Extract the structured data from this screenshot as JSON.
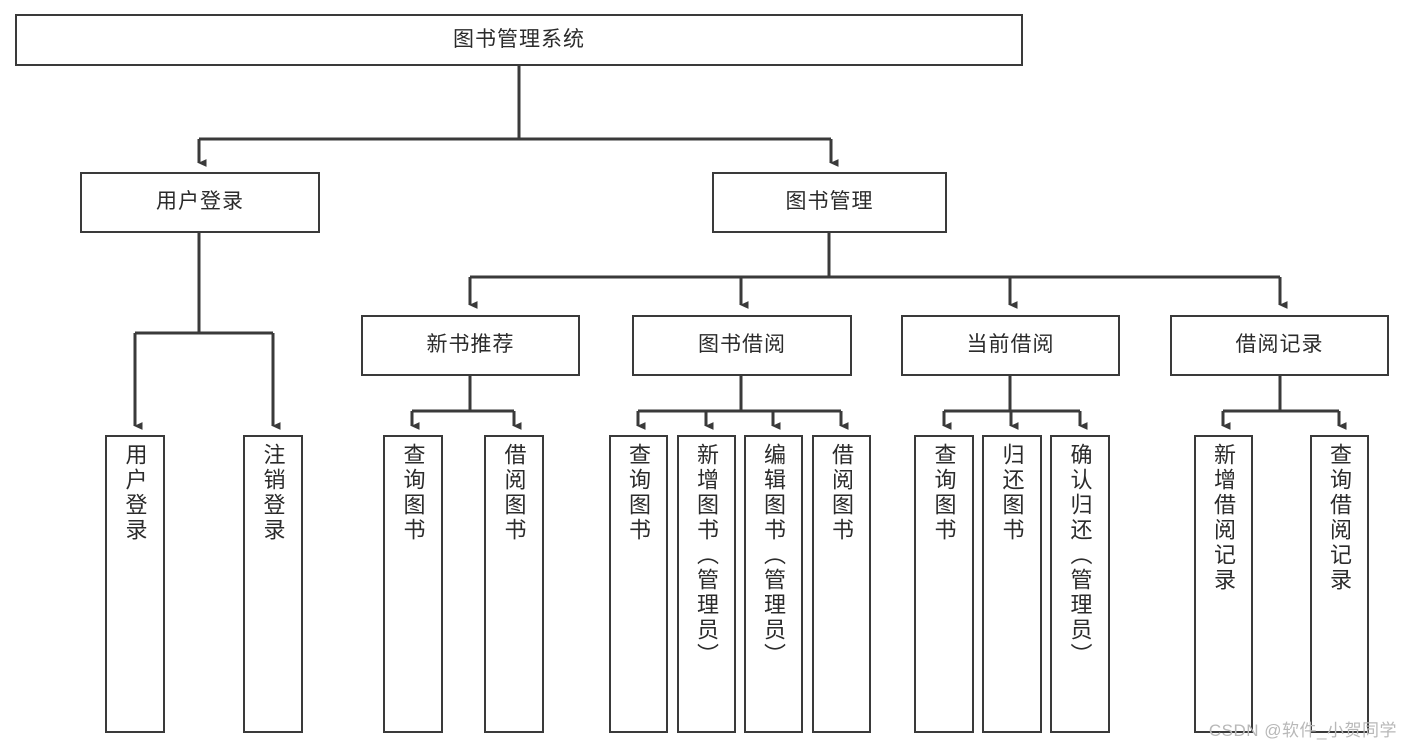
{
  "diagram": {
    "type": "tree-hierarchy",
    "title": "图书管理系统",
    "orientation": "top-down",
    "colors": {
      "box_border": "#3a3a3a",
      "box_fill": "#ffffff",
      "connector": "#3a3a3a",
      "text": "#2b2b2b",
      "watermark": "#b8b8b8"
    }
  },
  "root": {
    "label": "图书管理系统"
  },
  "level2": [
    {
      "label": "用户登录"
    },
    {
      "label": "图书管理"
    }
  ],
  "level3": [
    {
      "label": "新书推荐"
    },
    {
      "label": "图书借阅"
    },
    {
      "label": "当前借阅"
    },
    {
      "label": "借阅记录"
    }
  ],
  "leaves": {
    "user_login": [
      {
        "label": "用户登录"
      },
      {
        "label": "注销登录"
      }
    ],
    "new_book_recommend": [
      {
        "label": "查询图书"
      },
      {
        "label": "借阅图书"
      }
    ],
    "book_borrow": [
      {
        "label": "查询图书"
      },
      {
        "label": "新增图书（管理员）"
      },
      {
        "label": "编辑图书（管理员）"
      },
      {
        "label": "借阅图书"
      }
    ],
    "current_borrow": [
      {
        "label": "查询图书"
      },
      {
        "label": "归还图书"
      },
      {
        "label": "确认归还（管理员）"
      }
    ],
    "borrow_record": [
      {
        "label": "新增借阅记录"
      },
      {
        "label": "查询借阅记录"
      }
    ]
  },
  "watermark": {
    "text": "CSDN @软件_小贺同学"
  }
}
